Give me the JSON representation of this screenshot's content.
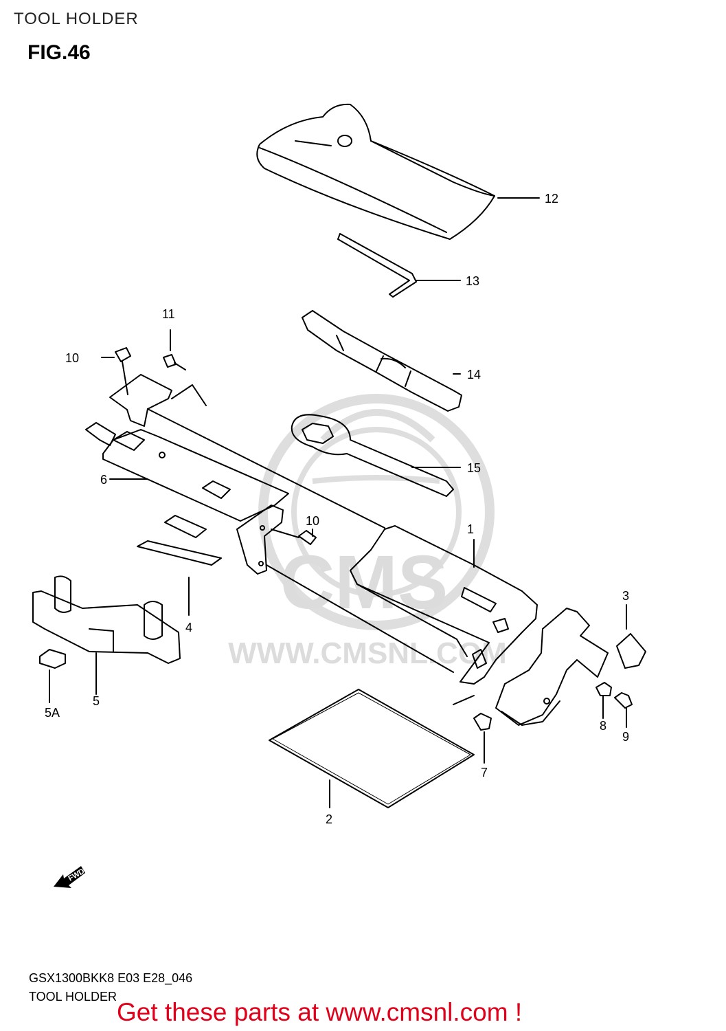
{
  "page": {
    "header": "TOOL HOLDER",
    "figure": "FIG.46"
  },
  "watermark": {
    "brand": "CMS",
    "url": "WWW.CMSNL.COM"
  },
  "fwd": "FWD",
  "labels": {
    "p1": "1",
    "p2": "2",
    "p3": "3",
    "p4": "4",
    "p5": "5",
    "p5a": "5A",
    "p6": "6",
    "p7": "7",
    "p8": "8",
    "p9": "9",
    "p10a": "10",
    "p10b": "10",
    "p11": "11",
    "p12": "12",
    "p13": "13",
    "p14": "14",
    "p15": "15"
  },
  "footer": {
    "code": "GSX1300BKK8 E03 E28_046",
    "title": "TOOL HOLDER"
  },
  "promo": "Get these parts at www.cmsnl.com !"
}
